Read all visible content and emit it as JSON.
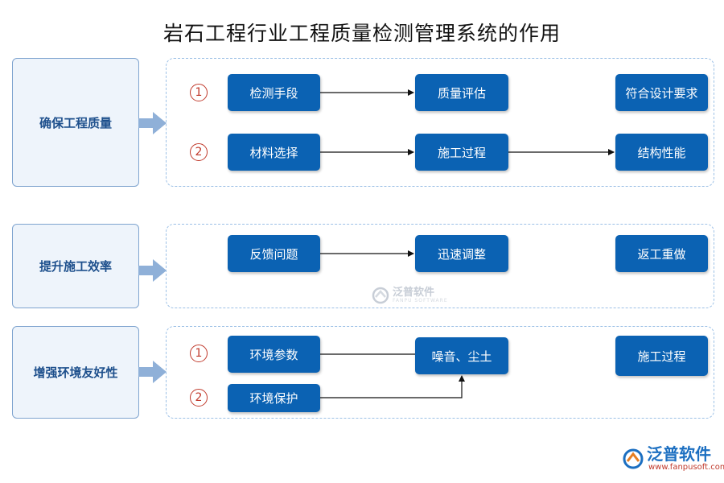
{
  "title": "岩石工程行业工程质量检测管理系统的作用",
  "sections": [
    {
      "category": "确保工程质量",
      "rows": [
        {
          "marker": "1",
          "boxes": [
            "检测手段",
            "质量评估",
            "符合设计要求"
          ]
        },
        {
          "marker": "2",
          "boxes": [
            "材料选择",
            "施工过程",
            "结构性能"
          ]
        }
      ]
    },
    {
      "category": "提升施工效率",
      "rows": [
        {
          "marker": "",
          "boxes": [
            "反馈问题",
            "迅速调整",
            "返工重做"
          ]
        }
      ]
    },
    {
      "category": "增强环境友好性",
      "rows": [
        {
          "marker": "1",
          "boxes": [
            "环境参数",
            "噪音、尘土",
            "施工过程"
          ]
        },
        {
          "marker": "2",
          "boxes": [
            "环境保护"
          ]
        }
      ]
    }
  ],
  "watermark": {
    "name": "泛普软件",
    "subtitle": "FANPU SOFTWARE"
  },
  "brand": {
    "name": "泛普软件",
    "url": "www.fanpusoft.com"
  },
  "colors": {
    "box": "#0b62b3",
    "category_bg": "#eef4fb",
    "dashed_border": "#9cc0e6",
    "marker": "#c0392b",
    "arrow": "#8fb0d8"
  },
  "icons": [
    "fanpu-logo-icon"
  ]
}
